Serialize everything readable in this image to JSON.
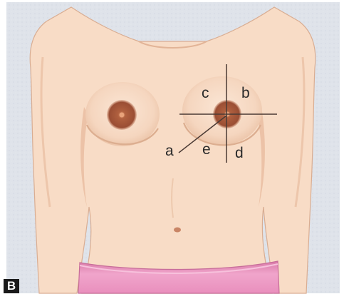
{
  "panel_label": "B",
  "quadrant_labels": {
    "a": "a",
    "b": "b",
    "c": "c",
    "d": "d",
    "e": "e"
  },
  "colors": {
    "background": "#dfe3ea",
    "skin": "#f8dcc6",
    "skin_shadow": "#ecc3a7",
    "areola": "#a4553a",
    "nipple": "#d98a63",
    "garment": "#e58fbb",
    "lines": "#4a3a34"
  }
}
